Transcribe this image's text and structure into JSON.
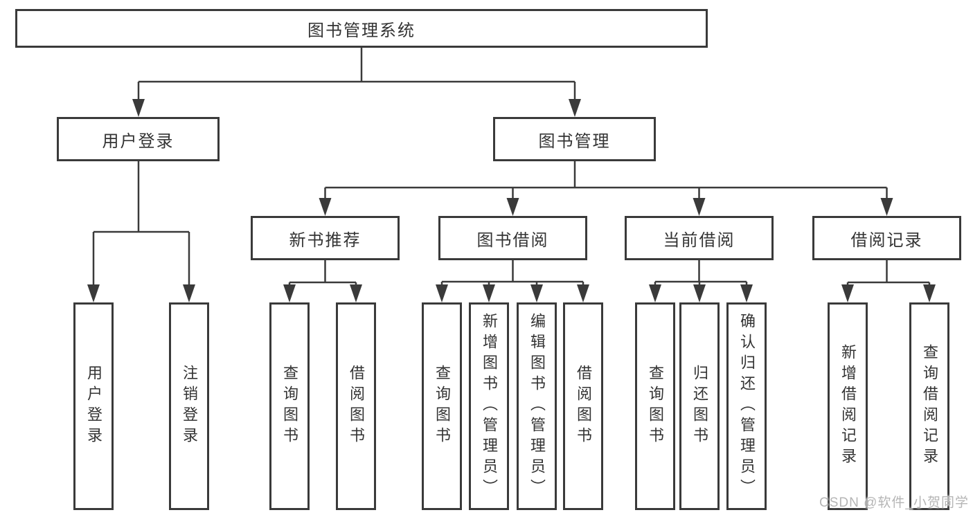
{
  "root": {
    "label": "图书管理系统"
  },
  "level2": [
    {
      "label": "用户登录"
    },
    {
      "label": "图书管理"
    }
  ],
  "level3": [
    {
      "label": "新书推荐"
    },
    {
      "label": "图书借阅"
    },
    {
      "label": "当前借阅"
    },
    {
      "label": "借阅记录"
    }
  ],
  "leaves": [
    {
      "label": "用户登录"
    },
    {
      "label": "注销登录"
    },
    {
      "label": "查询图书"
    },
    {
      "label": "借阅图书"
    },
    {
      "label": "查询图书"
    },
    {
      "label": "新增图书（管理员）"
    },
    {
      "label": "编辑图书（管理员）"
    },
    {
      "label": "借阅图书"
    },
    {
      "label": "查询图书"
    },
    {
      "label": "归还图书"
    },
    {
      "label": "确认归还（管理员）"
    },
    {
      "label": "新增借阅记录"
    },
    {
      "label": "查询借阅记录"
    }
  ],
  "watermark": {
    "text": "CSDN @软件_小贺同学"
  },
  "colors": {
    "line": "#3a3a3a",
    "box-border": "#3a3a3a",
    "text": "#333333",
    "watermark": "#b5b5b5",
    "background": "#ffffff"
  }
}
